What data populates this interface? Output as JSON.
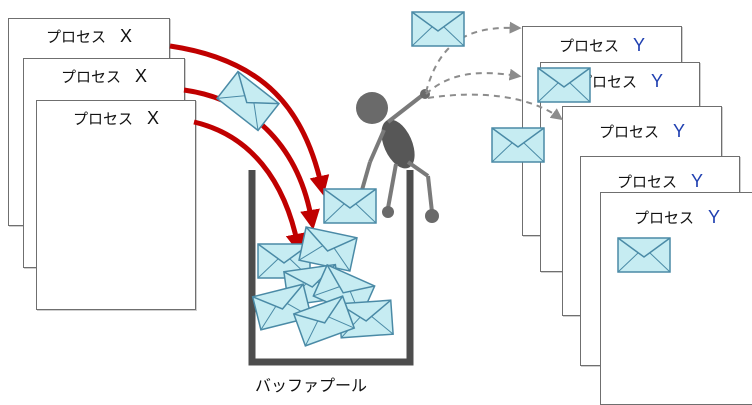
{
  "left_processes": [
    {
      "name": "プロセス",
      "id": "X"
    },
    {
      "name": "プロセス",
      "id": "X"
    },
    {
      "name": "プロセス",
      "id": "X"
    }
  ],
  "right_processes": [
    {
      "name": "プロセス",
      "id": "Y"
    },
    {
      "name": "プロセス",
      "id": "Y"
    },
    {
      "name": "プロセス",
      "id": "Y"
    },
    {
      "name": "プロセス",
      "id": "Y"
    },
    {
      "name": "プロセス",
      "id": "Y"
    }
  ],
  "buffer_pool_label": "バッファプール",
  "colors": {
    "arrow_red": "#c00000",
    "envelope_fill": "#c6ecf2",
    "envelope_stroke": "#4a8aa6",
    "container": "#4d4d4d",
    "figure": "#6a6a6a",
    "dashed_arrow": "#8c8c8c",
    "y_label": "#1f3fb0"
  }
}
